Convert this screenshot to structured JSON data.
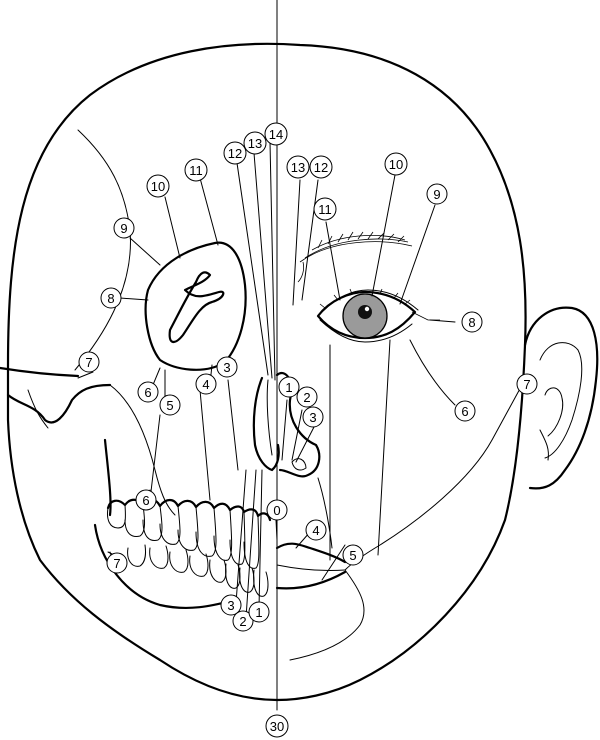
{
  "colors": {
    "stroke": "#000000",
    "background": "#ffffff",
    "iris": "#9a9a9a",
    "pupil": "#111111"
  },
  "markers": [
    {
      "id": "top-14",
      "label": "14"
    },
    {
      "id": "top-13",
      "label": "13"
    },
    {
      "id": "top-12",
      "label": "12"
    },
    {
      "id": "left-11",
      "label": "11"
    },
    {
      "id": "left-10",
      "label": "10"
    },
    {
      "id": "left-9",
      "label": "9"
    },
    {
      "id": "left-8",
      "label": "8"
    },
    {
      "id": "left-7",
      "label": "7"
    },
    {
      "id": "left-6",
      "label": "6"
    },
    {
      "id": "left-5",
      "label": "5"
    },
    {
      "id": "left-4",
      "label": "4"
    },
    {
      "id": "left-3",
      "label": "3"
    },
    {
      "id": "left-6b",
      "label": "6"
    },
    {
      "id": "left-7b",
      "label": "7"
    },
    {
      "id": "bottom-3",
      "label": "3"
    },
    {
      "id": "bottom-2",
      "label": "2"
    },
    {
      "id": "bottom-1",
      "label": "1"
    },
    {
      "id": "right-13",
      "label": "13"
    },
    {
      "id": "right-12",
      "label": "12"
    },
    {
      "id": "right-11",
      "label": "11"
    },
    {
      "id": "right-10",
      "label": "10"
    },
    {
      "id": "right-9",
      "label": "9"
    },
    {
      "id": "right-8",
      "label": "8"
    },
    {
      "id": "right-7",
      "label": "7"
    },
    {
      "id": "right-6",
      "label": "6"
    },
    {
      "id": "right-1",
      "label": "1"
    },
    {
      "id": "right-2",
      "label": "2"
    },
    {
      "id": "right-3",
      "label": "3"
    },
    {
      "id": "center-0",
      "label": "0"
    },
    {
      "id": "right-4",
      "label": "4"
    },
    {
      "id": "right-5",
      "label": "5"
    },
    {
      "id": "bottom-30",
      "label": "30"
    }
  ]
}
